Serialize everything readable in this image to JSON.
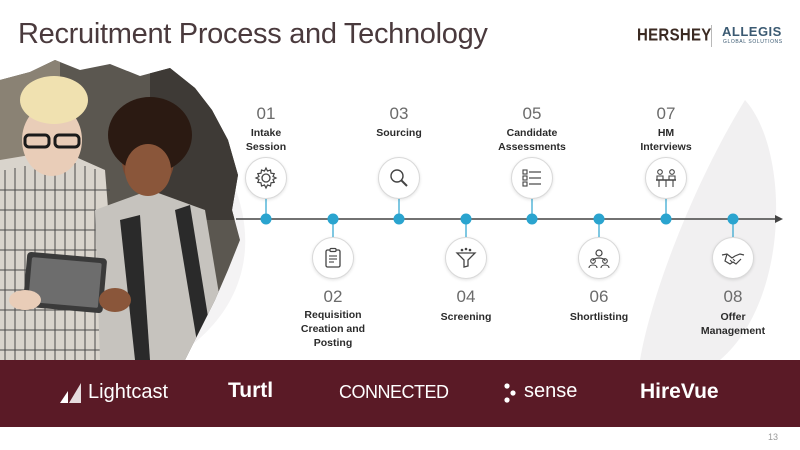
{
  "slide": {
    "title": "Recruitment Process and Technology",
    "page_number": "13"
  },
  "logos": {
    "hershey": "HERSHEY",
    "allegis": "ALLEGIS",
    "allegis_sub": "GLOBAL SOLUTIONS"
  },
  "colors": {
    "accent": "#2aa4cf",
    "band": "#5a1a26",
    "title": "#4a3a3d"
  },
  "steps": [
    {
      "num": "01",
      "label": "Intake\nSession",
      "icon": "gear-icon"
    },
    {
      "num": "02",
      "label": "Requisition\nCreation and\nPosting",
      "icon": "clipboard-icon"
    },
    {
      "num": "03",
      "label": "Sourcing",
      "icon": "magnifier-icon"
    },
    {
      "num": "04",
      "label": "Screening",
      "icon": "funnel-icon"
    },
    {
      "num": "05",
      "label": "Candidate\nAssessments",
      "icon": "checklist-icon"
    },
    {
      "num": "06",
      "label": "Shortlisting",
      "icon": "group-icon"
    },
    {
      "num": "07",
      "label": "HM\nInterviews",
      "icon": "interview-icon"
    },
    {
      "num": "08",
      "label": "Offer\nManagement",
      "icon": "handshake-icon"
    }
  ],
  "technology": [
    "Lightcast",
    "Turtl",
    "CONNECTED",
    "sense",
    "HireVue"
  ]
}
